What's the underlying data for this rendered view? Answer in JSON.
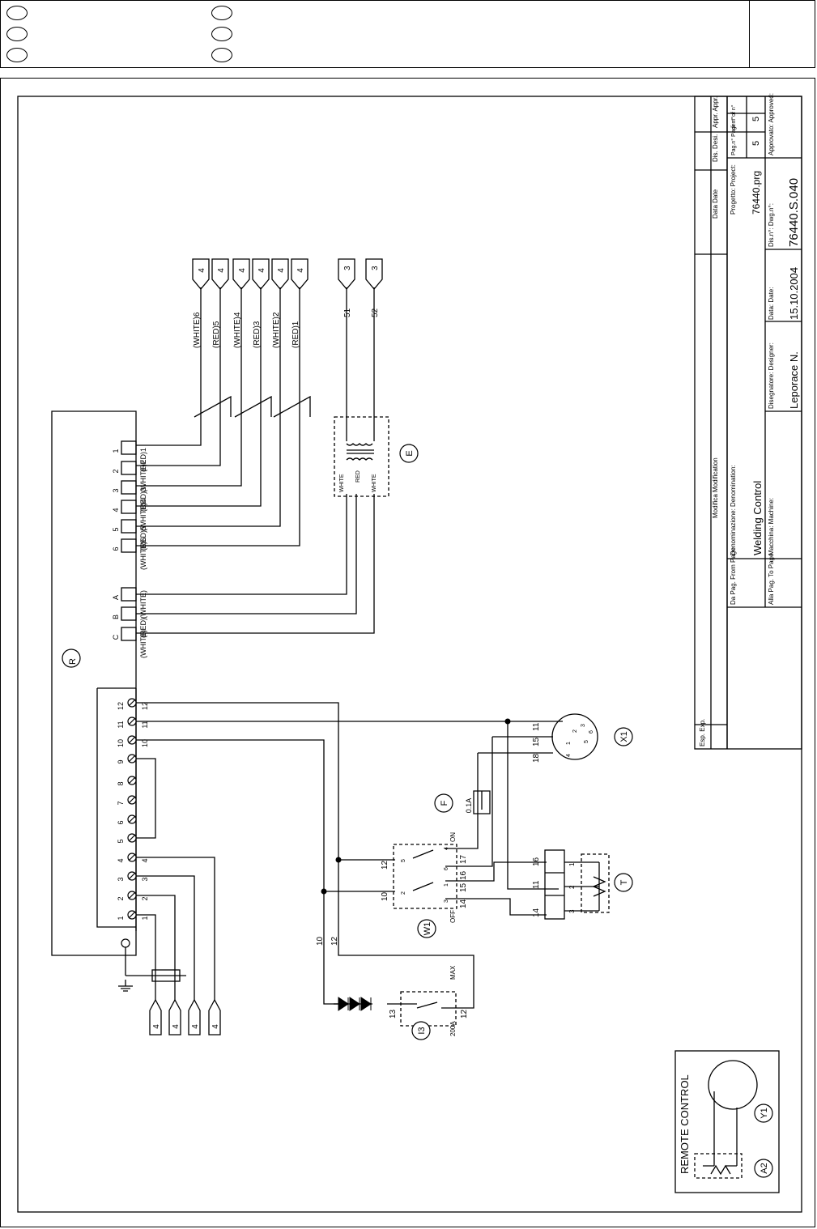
{
  "remote_control": {
    "title": "REMOTE CONTROL",
    "ref_socket": "Y1",
    "ref_pot": "A2"
  },
  "rectifier": {
    "ref": "R"
  },
  "transformer": {
    "ref": "E",
    "windings": [
      "WHITE",
      "RED",
      "WHITE"
    ],
    "outputs": [
      "51",
      "52"
    ],
    "page_ref": "3"
  },
  "pot_board_terminals": [
    {
      "id": "1",
      "wire": "(RED)1"
    },
    {
      "id": "2",
      "wire": "(WHITE)2"
    },
    {
      "id": "3",
      "wire": "(RED)3"
    },
    {
      "id": "4",
      "wire": "(WHITE)4"
    },
    {
      "id": "5",
      "wire": "(RED)5"
    },
    {
      "id": "6",
      "wire": "(WHITE)6"
    },
    {
      "id": "A",
      "wire": "(WHITE)"
    },
    {
      "id": "B",
      "wire": "(RED)"
    },
    {
      "id": "C",
      "wire": "(WHITE)"
    }
  ],
  "off_page_refs": [
    "4",
    "4",
    "4",
    "4",
    "4",
    "4"
  ],
  "terminal_strip": [
    "1",
    "2",
    "3",
    "4",
    "5",
    "6",
    "7",
    "8",
    "9",
    "10",
    "11",
    "12"
  ],
  "left_connectors": [
    "4",
    "4",
    "4",
    "4"
  ],
  "socket_x1": {
    "ref": "X1",
    "pins": [
      "1",
      "2",
      "3",
      "4",
      "5",
      "6"
    ],
    "wires": [
      "18",
      "15",
      "11"
    ]
  },
  "fuse": {
    "ref": "F",
    "rating": "0.1A"
  },
  "switch_w1": {
    "ref": "W1",
    "on": "ON",
    "off": "OFF",
    "contacts": [
      "4",
      "5",
      "6",
      "1",
      "2",
      "3"
    ],
    "wires": [
      "12",
      "10",
      "17",
      "16",
      "15",
      "14"
    ]
  },
  "pot_t": {
    "ref": "T",
    "pins": [
      "1",
      "2",
      "3"
    ],
    "wires": [
      "16",
      "11",
      "14"
    ]
  },
  "switch_i3": {
    "ref": "I3",
    "min": "200A",
    "max": "MAX",
    "wires": [
      "13",
      "12"
    ]
  },
  "wire_labels": {
    "a": "10",
    "b": "12"
  },
  "title_block": {
    "esp_label": "Esp.\nExp.",
    "modifica": "Modifica\nModification",
    "data_label": "Data\nDate",
    "dis_label": "Dis.\nDesi.",
    "appr_label": "Appr.\nAppr.",
    "da_pag": "Da Pag.\nFrom Page",
    "alla_pag": "Alla Pag.\nTo Page",
    "denominazione_label": "Denominazione:\nDenomination:",
    "denominazione": "Welding Control",
    "macchina_label": "Macchina:\nMachine:",
    "progetto_label": "Progetto:\nProject:",
    "progetto": "76440.prg",
    "pag_label": "Pag.n°\nPage n°",
    "pag": "5",
    "di_label": "di n°\nof n°",
    "di": "5",
    "disegnatore_label": "Disegnatore:\nDesigner:",
    "disegnatore": "Leporace N.",
    "data2_label": "Data:\nDate:",
    "data2": "15.10.2004",
    "dis_n_label": "Dis.n°:\nDwg.n°:",
    "dis_n": "76440.S.040",
    "approvato_label": "Approvato:\nApproved:"
  }
}
